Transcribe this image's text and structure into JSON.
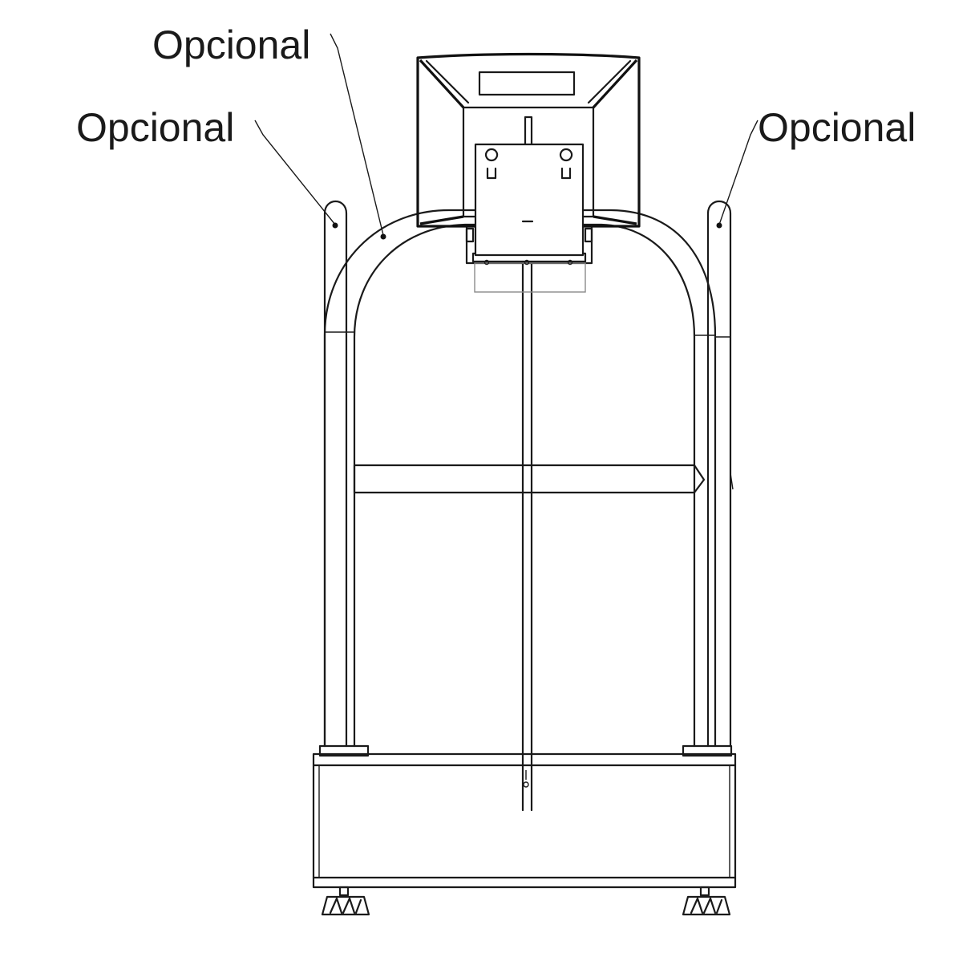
{
  "labels": {
    "top": "Opcional",
    "left": "Opcional",
    "right": "Opcional"
  },
  "colors": {
    "line": "#1a1a1a",
    "background": "#ffffff"
  }
}
